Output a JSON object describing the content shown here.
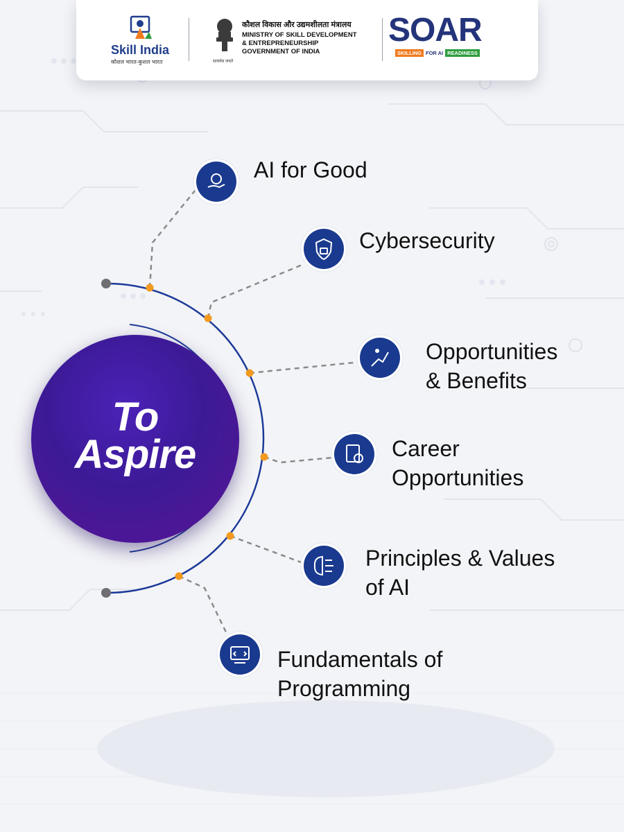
{
  "header": {
    "skill_india": {
      "name": "Skill India",
      "tagline": "कौशल भारत-कुशल भारत"
    },
    "ministry": {
      "hindi": "कौशल विकास और उद्यमशीलता मंत्रालय",
      "line1": "MINISTRY OF SKILL DEVELOPMENT",
      "line2": "& ENTREPRENEURSHIP",
      "line3": "GOVERNMENT OF INDIA",
      "emblem_caption": "सत्यमेव जयते"
    },
    "soar": {
      "word": "SOAR",
      "tag_parts": [
        "SKILLING",
        "FOR AI",
        "READINESS"
      ]
    }
  },
  "center": {
    "line1": "To",
    "line2": "Aspire",
    "colors": {
      "start": "#4b22b8",
      "end": "#5a1496"
    }
  },
  "topics": [
    {
      "label": "AI for Good",
      "icon": "hand-brain-icon"
    },
    {
      "label": "Cybersecurity",
      "icon": "shield-lock-icon"
    },
    {
      "label": "Opportunities\n& Benefits",
      "icon": "runner-growth-icon"
    },
    {
      "label": "Career\nOpportunities",
      "icon": "clipboard-target-icon"
    },
    {
      "label": "Principles & Values\nof AI",
      "icon": "brain-circuit-icon"
    },
    {
      "label": "Fundamentals of\nProgramming",
      "icon": "code-window-icon"
    }
  ],
  "colors": {
    "navy": "#1a3a8f",
    "orange": "#f39a1e",
    "arc": "#1c3a99",
    "dash": "#8a8a8a",
    "saffron": "#f07b20",
    "green": "#2e9d3e"
  }
}
